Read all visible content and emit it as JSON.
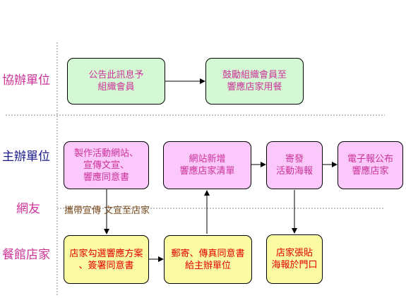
{
  "lanes": {
    "co_organizer": {
      "label": "協辦單位",
      "color": "#cc3399"
    },
    "organizer": {
      "label": "主辦單位",
      "color": "#1a1a8c"
    },
    "netizen": {
      "label": "網友",
      "color": "#cc3399"
    },
    "restaurant": {
      "label": "餐館店家",
      "color": "#cc3399"
    }
  },
  "nodes": {
    "announce": {
      "text": "公告此訊息予\n組織會員"
    },
    "encourage": {
      "text": "鼓勵組織會員至\n響應店家用餐"
    },
    "make_site": {
      "text": "製作活動網站、\n宣傳文宣、\n響應同意書"
    },
    "add_list": {
      "text": "網站新增\n響應店家清單"
    },
    "send_poster": {
      "text": "寄發\n活動海報"
    },
    "enewsletter": {
      "text": "電子報公布\n響應店家"
    },
    "choose_plan": {
      "text": "店家勾選響應方案\n、簽署同意書"
    },
    "mail_fax": {
      "text": "郵寄、傳真同意書\n給主辦單位"
    },
    "post_poster": {
      "text": "店家張貼\n海報於門口"
    }
  },
  "note": {
    "text": "攜帶宣傳 文宣至店家"
  }
}
